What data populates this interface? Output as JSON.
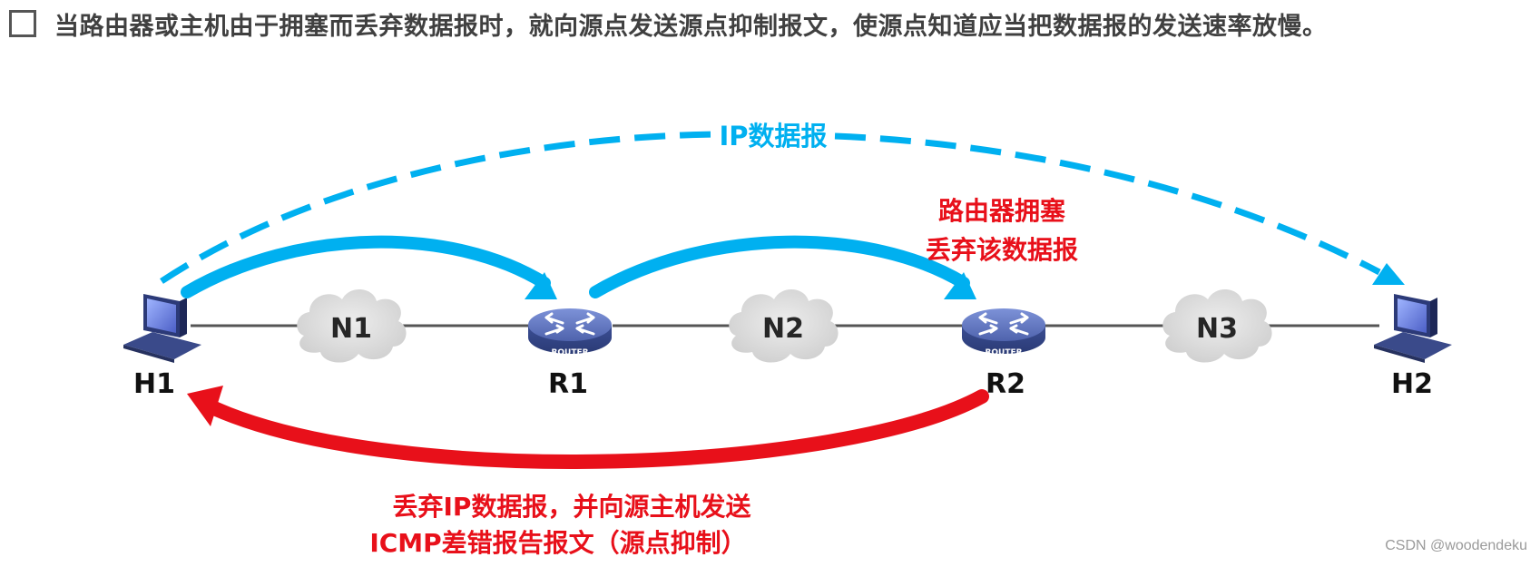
{
  "header": {
    "text": "当路由器或主机由于拥塞而丢弃数据报时，就向源点发送源点抑制报文，使源点知道应当把数据报的发送速率放慢。"
  },
  "nodes": {
    "h1": "H1",
    "r1": "R1",
    "r2": "R2",
    "h2": "H2",
    "n1": "N1",
    "n2": "N2",
    "n3": "N3",
    "router_caption": "ROUTER"
  },
  "labels": {
    "ip_datagram": "IP数据报",
    "congestion_line1": "路由器拥塞",
    "congestion_line2": "丢弃该数据报",
    "icmp_line1": "丢弃IP数据报，并向源主机发送",
    "icmp_line2": "ICMP差错报告报文（源点抑制）"
  },
  "watermark": "CSDN @woodendeku",
  "colors": {
    "blue": "#00b0f0",
    "red": "#e8101a",
    "cloud": "#d9d9d9",
    "link": "#555555",
    "router": "#5a6fb8"
  }
}
